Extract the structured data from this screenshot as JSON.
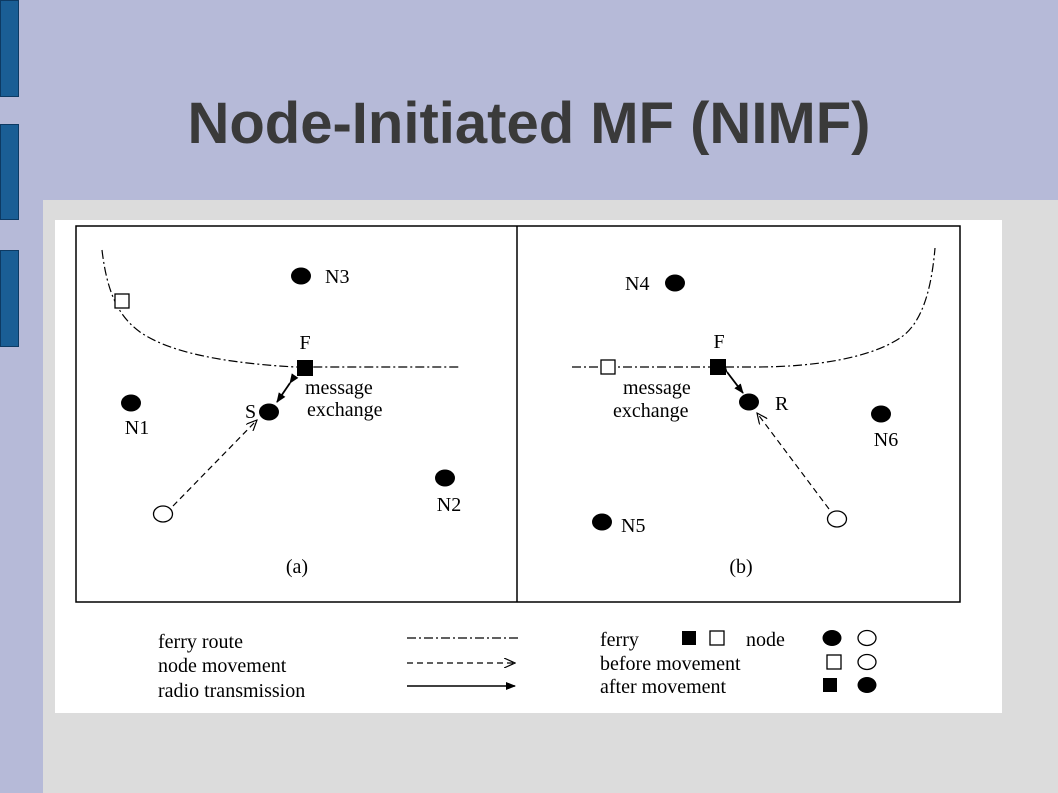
{
  "slide": {
    "title": "Node-Initiated MF (NIMF)",
    "colors": {
      "band": "#b6bad8",
      "accent_tabs": "#1a5e95",
      "title": "#3a3a3a",
      "background": "#dcdcdc"
    }
  },
  "diagram": {
    "panel_a": {
      "caption": "(a)",
      "nodes": {
        "n1": "N1",
        "n2": "N2",
        "n3": "N3",
        "s": "S"
      },
      "ferry": "F",
      "exchange": [
        "message",
        "exchange"
      ]
    },
    "panel_b": {
      "caption": "(b)",
      "nodes": {
        "n4": "N4",
        "n5": "N5",
        "n6": "N6",
        "r": "R"
      },
      "ferry": "F",
      "exchange": [
        "message",
        "exchange"
      ]
    },
    "legend": {
      "ferry_route": "ferry route",
      "node_movement": "node movement",
      "radio_transmission": "radio transmission",
      "ferry": "ferry",
      "node": "node",
      "before_movement": "before movement",
      "after_movement": "after movement"
    }
  }
}
